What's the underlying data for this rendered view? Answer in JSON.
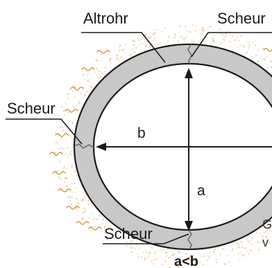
{
  "labels": {
    "old_pipe": "Altrohr",
    "crack_top": "Scheur",
    "crack_left": "Scheur",
    "crack_bottom": "Scheur",
    "dim_b": "b",
    "dim_a": "a",
    "formula": "a<b",
    "cut_text_1": "G",
    "cut_text_2": "v"
  },
  "colors": {
    "pipe_wall": "#c8c8c8",
    "outline": "#1a1a1a",
    "soil_dots": "#e6c79a",
    "soil_waves": "#c99a4a",
    "crack": "#6b6b6b"
  }
}
